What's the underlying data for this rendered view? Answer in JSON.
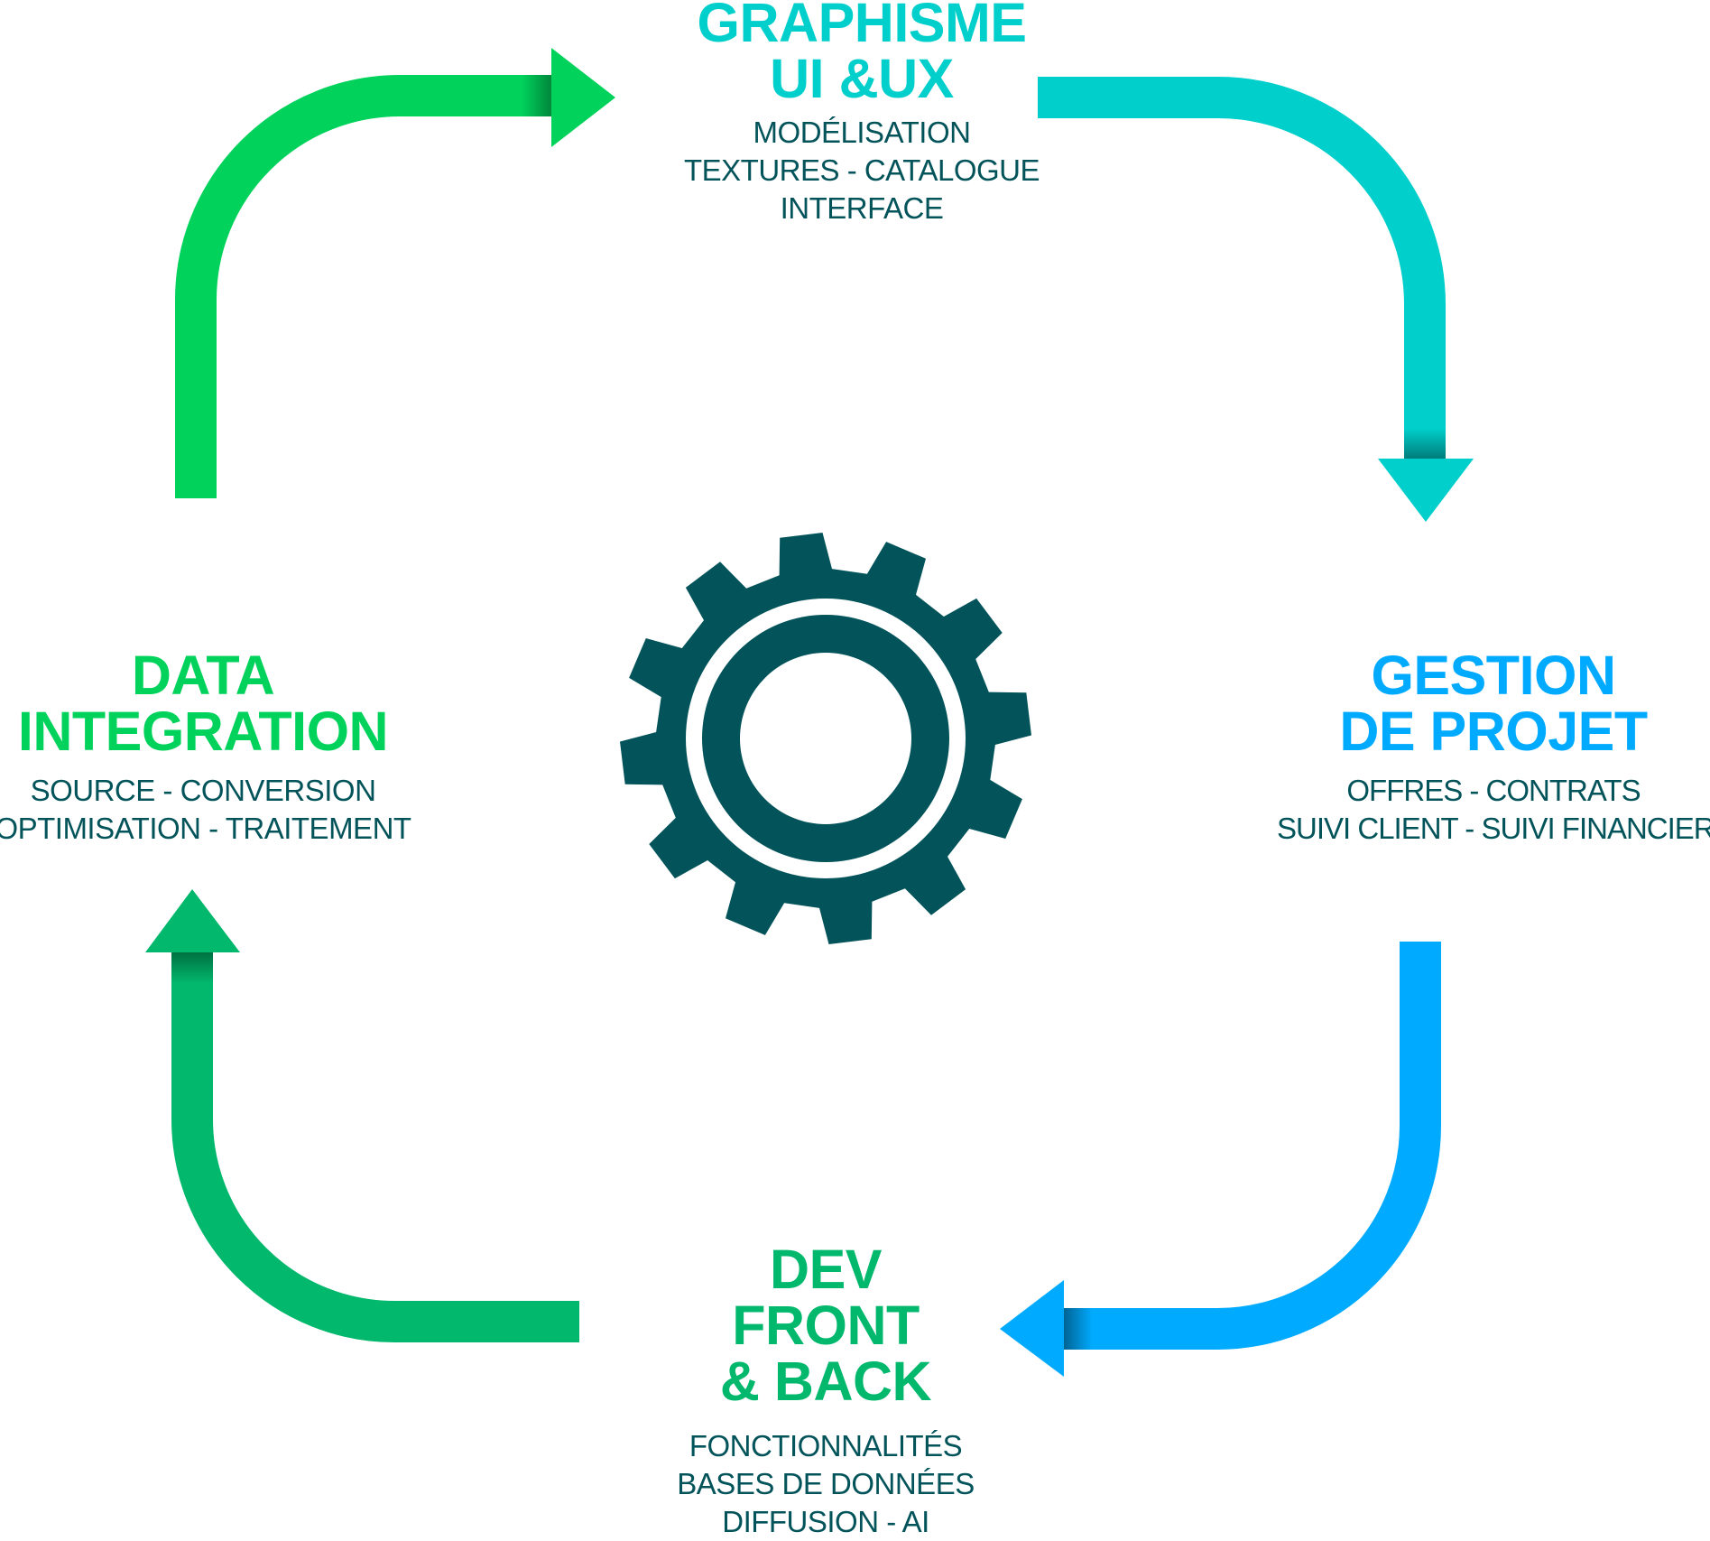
{
  "diagram": {
    "type": "cycle",
    "colors": {
      "graphisme": "#00CFCB",
      "gestion": "#00AAFF",
      "dev": "#02B86D",
      "data": "#00D25B",
      "gear": "#03545A",
      "subtext": "#03545A"
    },
    "center_icon": "gear-icon",
    "stages": {
      "graphisme": {
        "title": [
          "GRAPHISME",
          "UI &UX"
        ],
        "items": [
          "MODÉLISATION",
          "TEXTURES - CATALOGUE",
          "INTERFACE"
        ]
      },
      "gestion": {
        "title": [
          "GESTION",
          "DE PROJET"
        ],
        "items": [
          "OFFRES - CONTRATS",
          "SUIVI CLIENT - SUIVI FINANCIER"
        ]
      },
      "dev": {
        "title": [
          "DEV",
          "FRONT",
          "& BACK"
        ],
        "items": [
          "FONCTIONNALITÉS",
          "BASES DE DONNÉES",
          "DIFFUSION - AI"
        ]
      },
      "data": {
        "title": [
          "DATA",
          "INTEGRATION"
        ],
        "items": [
          "SOURCE - CONVERSION",
          "OPTIMISATION - TRAITEMENT"
        ]
      }
    },
    "flow": [
      {
        "from": "data",
        "to": "graphisme",
        "arrow": "arrow-right-icon"
      },
      {
        "from": "graphisme",
        "to": "gestion",
        "arrow": "arrow-down-icon"
      },
      {
        "from": "gestion",
        "to": "dev",
        "arrow": "arrow-left-icon"
      },
      {
        "from": "dev",
        "to": "data",
        "arrow": "arrow-up-icon"
      }
    ]
  }
}
